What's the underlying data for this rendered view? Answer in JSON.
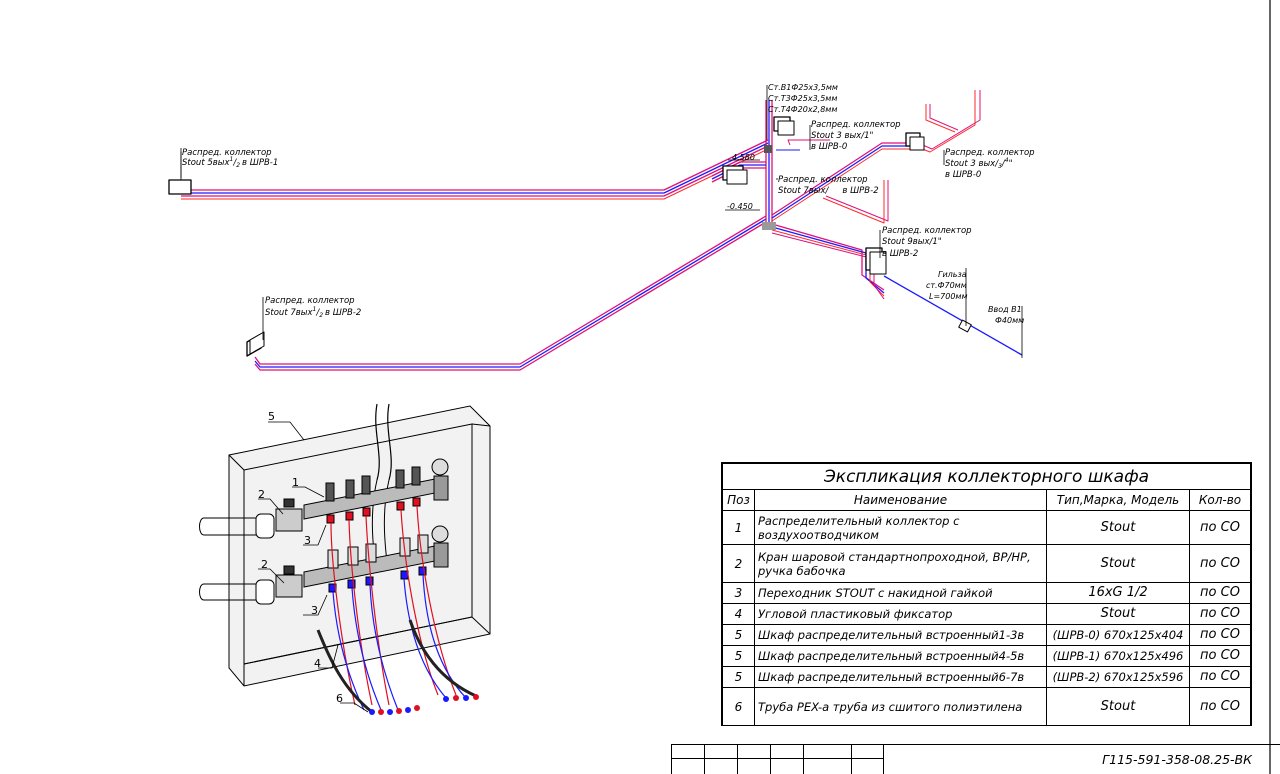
{
  "plan_labels": {
    "collector_wrv1_line1": "Распред. коллектор",
    "collector_wrv1_line2": "Stout 5вых",
    "collector_wrv1_frac": "1",
    "collector_wrv1_frac2": "2",
    "collector_wrv1_line3": "в ШРВ-1",
    "collector_wrv2a_line1": "Распред. коллектор",
    "collector_wrv2a_line2": "Stout 7вых",
    "collector_wrv2a_frac": "1",
    "collector_wrv2a_frac2": "2",
    "collector_wrv2a_line3": "в ШРВ-2",
    "riser_1": "Ст.В1Ф25х3,5мм",
    "riser_2": "Ст.Т3Ф25х3,5мм",
    "riser_3": "Ст.Т4Ф20х2,8мм",
    "collector_wrv0a_line1": "Распред. коллектор",
    "collector_wrv0a_line2": "Stout 3 вых/1\"",
    "collector_wrv0a_line3": "в ШРВ-0",
    "collector_wrv0b_line1": "Распред. коллектор",
    "collector_wrv0b_line2": "Stout 3 вых/",
    "collector_wrv0b_frac": "3",
    "collector_wrv0b_frac2": "4",
    "collector_wrv0b_line2b": "\"",
    "collector_wrv0b_line3": "в ШРВ-0",
    "collector_wrv2b_line1": "Распред. коллектор",
    "collector_wrv2b_line2": "Stout 7вых/",
    "collector_wrv2b_line3": "в ШРВ-2",
    "collector_wrv2c_line1": "Распред. коллектор",
    "collector_wrv2c_line2": "Stout 9вых/1\"",
    "collector_wrv2c_line3": "в ШРВ-2",
    "level_1": "4.580",
    "level_2": "-0.450",
    "sleeve_1": "Гильза",
    "sleeve_2": "ст.Ф70мм",
    "sleeve_3": "L=700мм",
    "inlet_1": "Ввод В1",
    "inlet_2": "Ф40мм"
  },
  "cabinet_callouts": {
    "c5": "5",
    "c1": "1",
    "c2a": "2",
    "c3a": "3",
    "c2b": "2",
    "c3b": "3",
    "c4": "4",
    "c6": "6"
  },
  "explication": {
    "title": "Экспликация коллекторного шкафа",
    "headers": [
      "Поз",
      "Наименование",
      "Тип,Марка, Модель",
      "Кол-во"
    ],
    "rows": [
      {
        "pos": "1",
        "name": "Распределительный коллектор с воздухоотводчиком",
        "model": "Stout",
        "qty": "по СО"
      },
      {
        "pos": "2",
        "name": "Кран шаровой стандартнопроходной, ВР/НР, ручка бабочка",
        "model": "Stout",
        "qty": "по СО"
      },
      {
        "pos": "3",
        "name": "Переходник STOUT с накидной гайкой",
        "model": "16xG 1/2",
        "qty": "по СО"
      },
      {
        "pos": "4",
        "name": "Угловой пластиковый фиксатор",
        "model": "Stout",
        "qty": "по СО"
      },
      {
        "pos": "5",
        "name": "Шкаф распределительный встроенный1-3в",
        "model": "(ШРВ-0) 670х125х404",
        "qty": "по СО"
      },
      {
        "pos": "5",
        "name": "Шкаф распределительный встроенный4-5в",
        "model": "(ШРВ-1) 670х125х496",
        "qty": "по СО"
      },
      {
        "pos": "5",
        "name": "Шкаф распределительный встроенный6-7в",
        "model": "(ШРВ-2) 670х125х596",
        "qty": "по СО"
      },
      {
        "pos": "6",
        "name": "Труба PEX-a труба из сшитого полиэтилена",
        "model": "Stout",
        "qty": "по СО"
      }
    ]
  },
  "stamp": {
    "doc_code": "Г115-591-358-08.25-ВК"
  },
  "colors": {
    "hot_pipe": "#e0107a",
    "hot_pipe2": "#ff2a2a",
    "cold_pipe": "#1a1aff",
    "ink": "#000000"
  }
}
